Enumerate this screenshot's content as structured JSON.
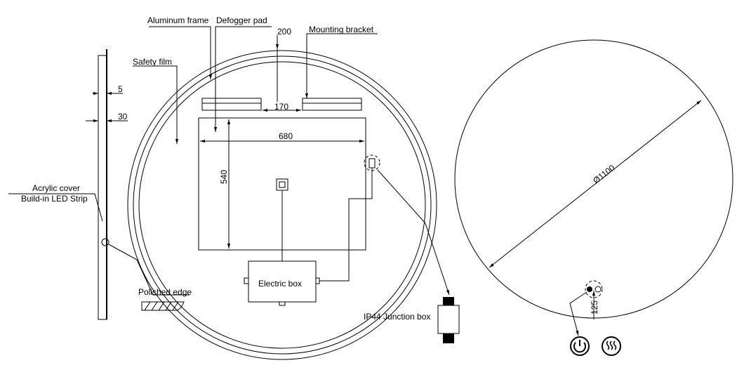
{
  "labels": {
    "aluminum_frame": "Aluminum frame",
    "defogger_pad": "Defogger pad",
    "mounting_bracket": "Mounting bracket",
    "safety_film": "Safety film",
    "acrylic_cover": "Acrylic cover",
    "led_strip": "Build-in LED Strip",
    "polished_edge": "Polished edge",
    "electric_box": "Electric box",
    "junction_box": "IP44 Junction box"
  },
  "dimensions": {
    "d5": "5",
    "d30": "30",
    "d200": "200",
    "d170": "170",
    "d680": "680",
    "d540": "540",
    "diameter": "Ø1100",
    "d125": "125"
  },
  "icons": [
    "power-icon",
    "heat-icon"
  ]
}
